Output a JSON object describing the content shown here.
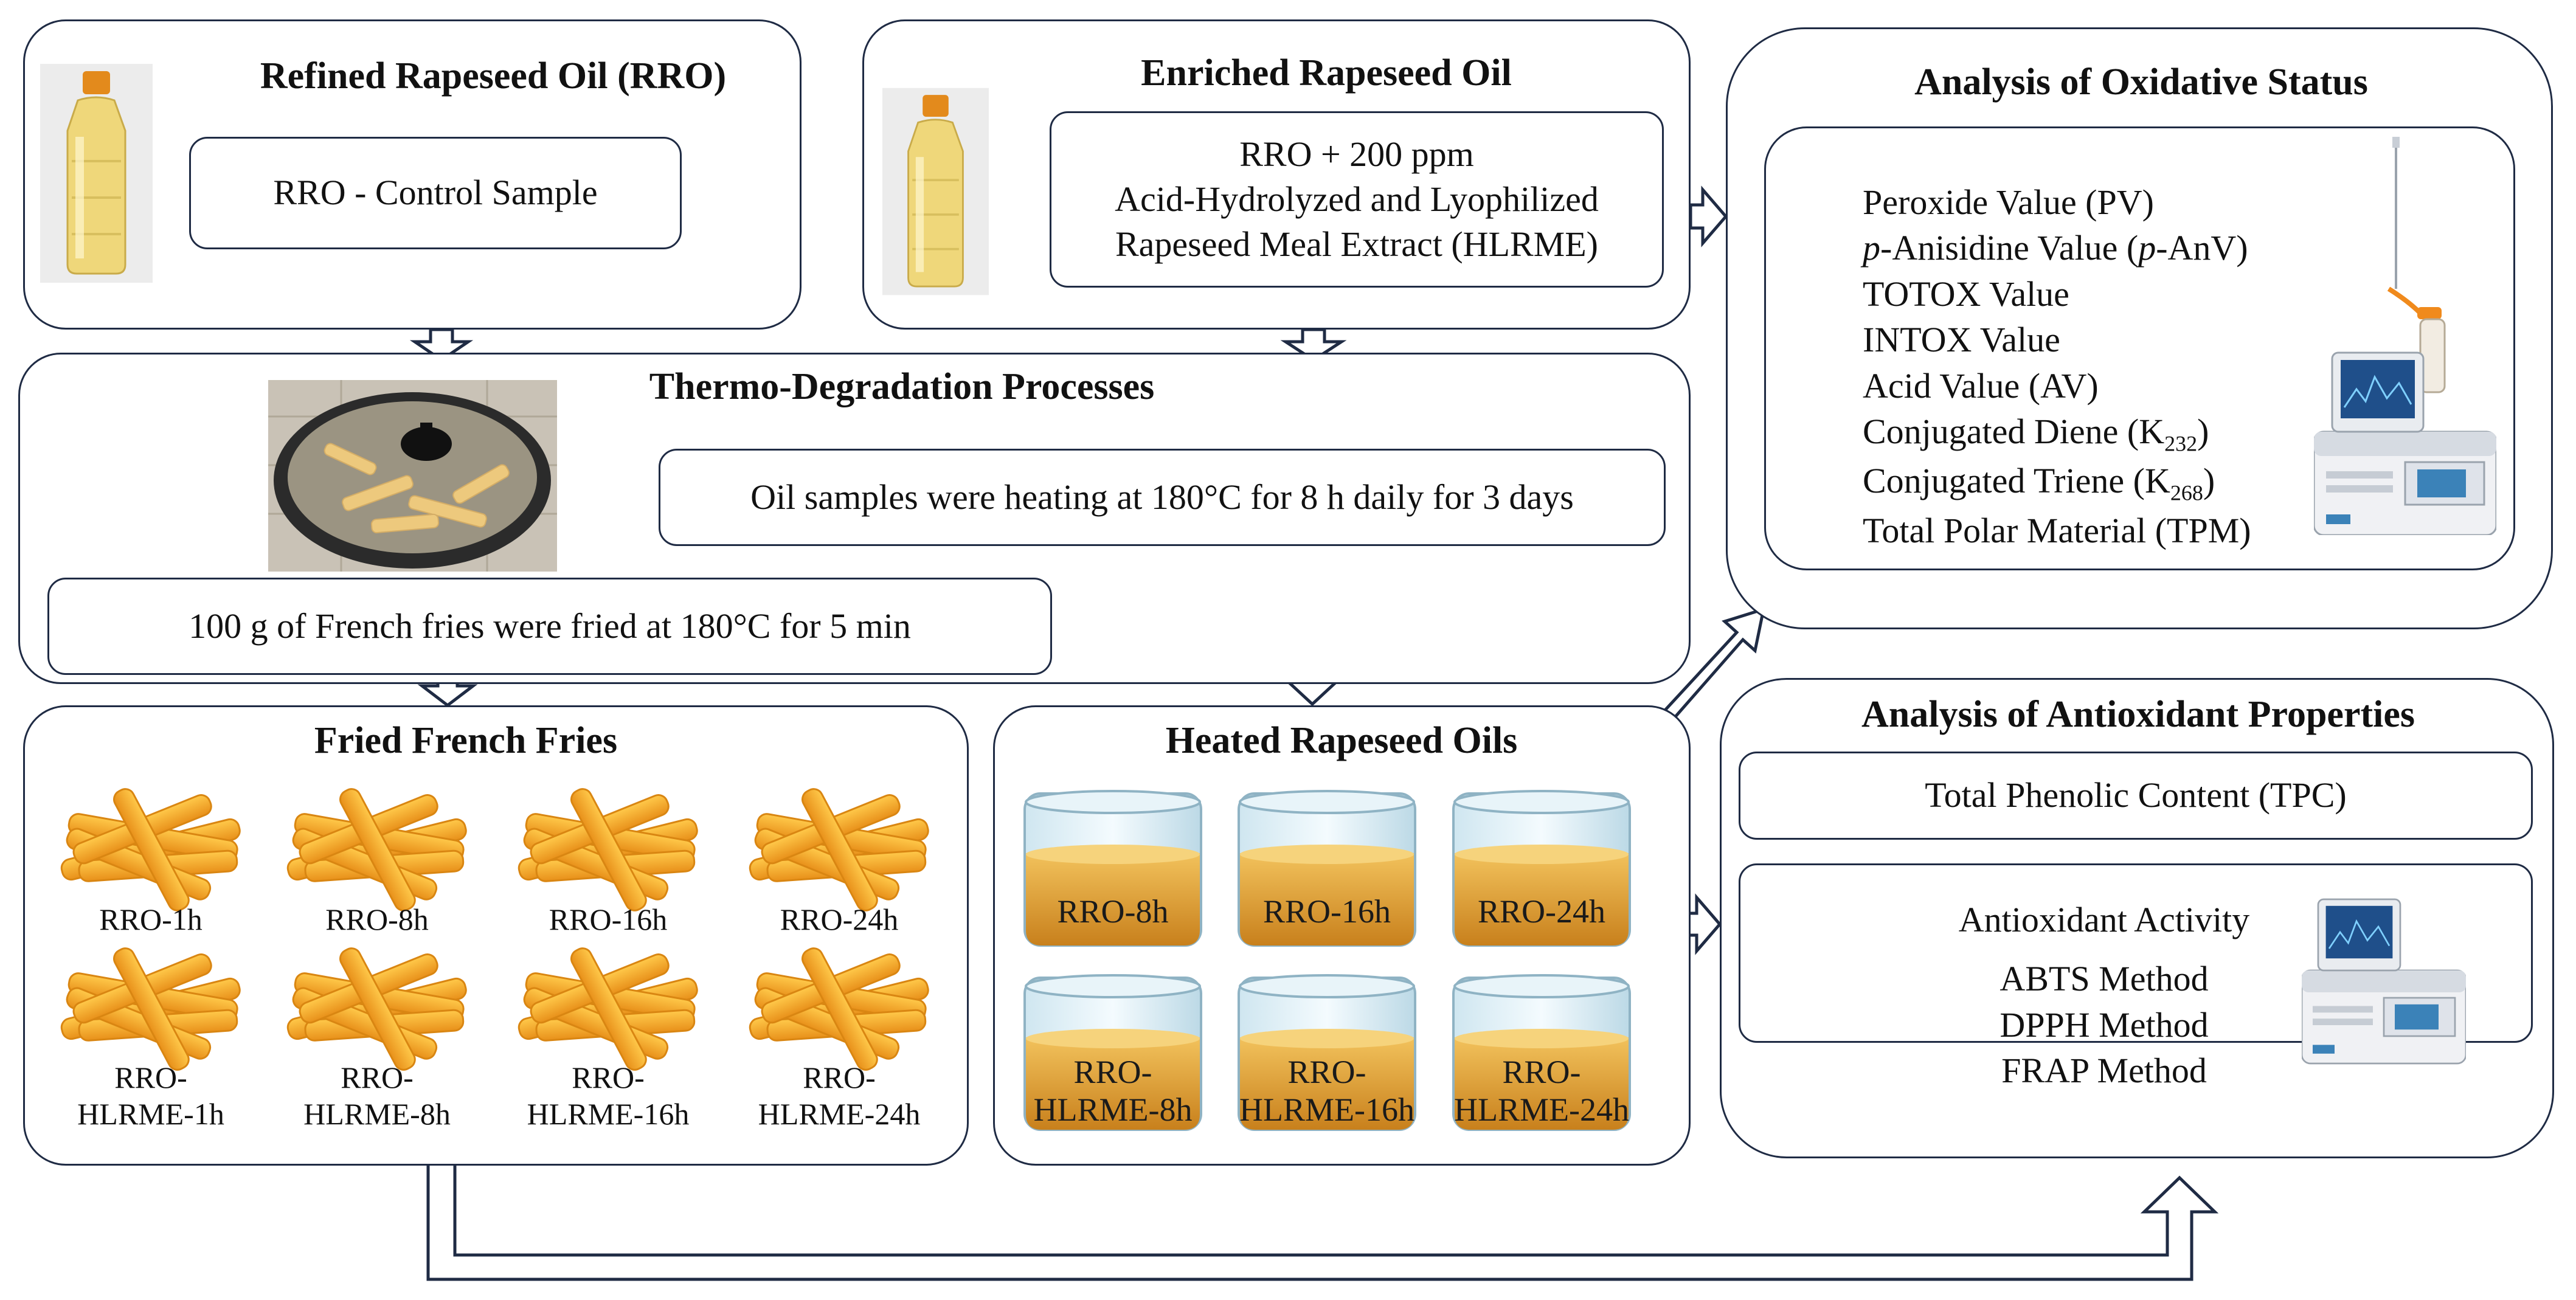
{
  "rro_box": {
    "title": "Refined Rapeseed Oil (RRO)",
    "control": "RRO - Control Sample"
  },
  "enriched_box": {
    "title": "Enriched Rapeseed Oil",
    "line1": "RRO + 200 ppm",
    "line2": "Acid-Hydrolyzed and Lyophilized",
    "line3": "Rapeseed Meal Extract (HLRME)"
  },
  "thermo_box": {
    "title": "Thermo-Degradation Processes",
    "heating": "Oil samples were heating at 180°C for 8 h daily for 3 days",
    "frying": "100 g of French fries were fried at 180°C for 5 min"
  },
  "fries_box": {
    "title": "Fried French Fries",
    "row1": [
      "RRO-1h",
      "RRO-8h",
      "RRO-16h",
      "RRO-24h"
    ],
    "row2_top": [
      "RRO-",
      "RRO-",
      "RRO-",
      "RRO-"
    ],
    "row2_bottom": [
      "HLRME-1h",
      "HLRME-8h",
      "HLRME-16h",
      "HLRME-24h"
    ]
  },
  "oils_box": {
    "title": "Heated Rapeseed Oils",
    "row1": [
      "RRO-8h",
      "RRO-16h",
      "RRO-24h"
    ],
    "row2_top": [
      "RRO-",
      "RRO-",
      "RRO-"
    ],
    "row2_bottom": [
      "HLRME-8h",
      "HLRME-16h",
      "HLRME-24h"
    ]
  },
  "oxidative_box": {
    "title": "Analysis of Oxidative Status",
    "items": {
      "pv": "Peroxide Value (PV)",
      "panv_p1": "p",
      "panv_mid": "-Anisidine Value (",
      "panv_p2": "p",
      "panv_end": "-AnV)",
      "totox": "TOTOX Value",
      "intox": "INTOX Value",
      "av": "Acid Value (AV)",
      "diene": "Conjugated Diene (K",
      "diene_sub": "232",
      "triene": "Conjugated Triene (K",
      "triene_sub": "268",
      "close": ")",
      "tpm": "Total Polar Material (TPM)"
    }
  },
  "antioxidant_box": {
    "title": "Analysis of Antioxidant Properties",
    "tpc": "Total Phenolic Content (TPC)",
    "activity": "Antioxidant Activity",
    "methods": [
      "ABTS Method",
      "DPPH Method",
      "FRAP Method"
    ]
  },
  "colors": {
    "border": "#1f2b44",
    "fry": "#f3a51a",
    "oil": "#d99a2b",
    "bottle": "#e8c24a"
  }
}
